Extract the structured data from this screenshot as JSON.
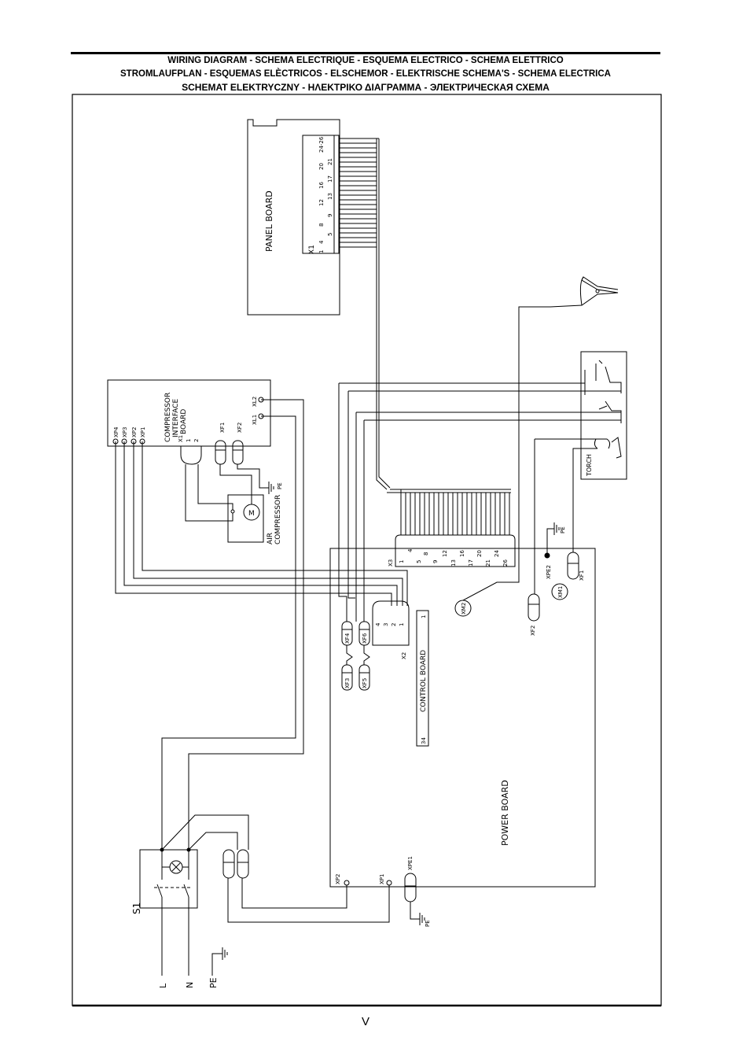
{
  "header": {
    "line1": "WIRING DIAGRAM - SCHEMA ELECTRIQUE - ESQUEMA ELECTRICO - SCHEMA ELETTRICO",
    "line2": "STROMLAUFPLAN - ESQUEMAS ELÈCTRICOS - ELSCHEMOR - ELEKTRISCHE SCHEMA'S - SCHEMA ELECTRICA",
    "line3": "SCHEMAT ELEKTRYCZNY - ΗΛΕΚΤΡΙΚΟ ΔΙΑΓΡΑΜΜΑ - ЭЛЕКТРИЧЕСКАЯ СХЕМА"
  },
  "page_number": "V",
  "diagram": {
    "panel_board": {
      "label": "PANEL BOARD",
      "connector": "X1",
      "pins_a": [
        "1",
        "4",
        "8",
        "12",
        "16",
        "20",
        "24-26"
      ],
      "pins_b": [
        "5",
        "9",
        "13",
        "17",
        "21"
      ]
    },
    "compressor_interface_board": {
      "label_line1": "COMPRESSOR",
      "label_line2": "INTERFACE",
      "label_line3": "BOARD",
      "terminals": [
        "XP4",
        "XP3",
        "XP2",
        "XP1"
      ],
      "connector": "X1",
      "connector_pins": [
        "1",
        "2"
      ],
      "xf1": "XF1",
      "xf2": "XF2",
      "xl1": "XL1",
      "xl2": "XL2"
    },
    "air_compressor": {
      "label_line1": "AIR",
      "label_line2": "COMPRESSOR",
      "motor": "M",
      "pe": "PE"
    },
    "torch": {
      "label": "TORCH"
    },
    "power_board": {
      "label": "POWER BOARD",
      "x3": "X3",
      "x3_pins_a": [
        "1",
        "4",
        "8",
        "12",
        "16",
        "20",
        "24"
      ],
      "x3_pins_b": [
        "5",
        "9",
        "13",
        "17",
        "21",
        "26"
      ],
      "xm1": "XM1",
      "xm2": "XM2",
      "xpe2": "XPE2",
      "xf1": "XF1",
      "xf2": "XF2",
      "pe": "PE",
      "xp2": "XP2",
      "xp1": "XP1",
      "xpe1": "XPE1",
      "pe_bottom": "PE"
    },
    "control_board": {
      "label": "CONTROL BOARD",
      "x2": "X2",
      "x2_pins": [
        "4",
        "3",
        "2",
        "1"
      ],
      "pin_end": "34",
      "pin_start": "1",
      "xf4": "XF4",
      "xf6": "XF6",
      "xf3": "XF3",
      "xf5": "XF5"
    },
    "switch": {
      "label": "S1"
    },
    "mains": {
      "l": "L",
      "n": "N",
      "pe": "PE"
    }
  }
}
